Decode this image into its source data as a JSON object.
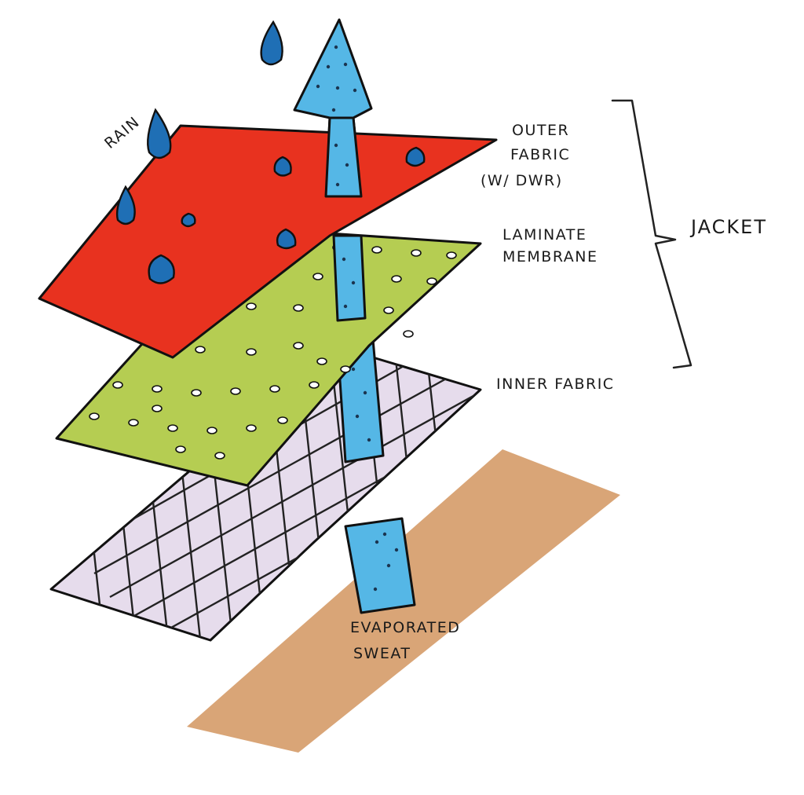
{
  "labels": {
    "rain": "RAIN",
    "outer_fabric_1": "OUTER",
    "outer_fabric_2": "FABRIC",
    "outer_fabric_3": "(W/ DWR)",
    "laminate_1": "LAMINATE",
    "laminate_2": "MEMBRANE",
    "inner_fabric": "INNER FABRIC",
    "jacket": "JACKET",
    "sweat_1": "EVAPORATED",
    "sweat_2": "SWEAT"
  },
  "colors": {
    "outer_fabric": "#e8321f",
    "laminate_membrane": "#b5cd52",
    "inner_fabric": "#e6dcec",
    "skin": "#d9a577",
    "vapor": "#55b7e6",
    "rain": "#1f6fb5"
  }
}
